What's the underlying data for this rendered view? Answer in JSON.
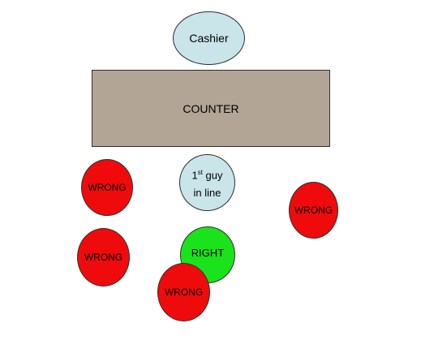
{
  "colors": {
    "cashier_fill": "#c9e5ea",
    "counter_fill": "#b3a596",
    "first_guy_fill": "#c9e5ea",
    "right_fill": "#1be31b",
    "wrong_fill": "#ef0b0b",
    "outline": "#2e2e2e"
  },
  "diagram": {
    "cashier": {
      "label": "Cashier"
    },
    "counter": {
      "label": "COUNTER"
    },
    "first_in_line": {
      "ordinal": "1",
      "ordinal_suffix": "st",
      "line1_rest": " guy",
      "line2": "in line"
    },
    "right_spot": {
      "label": "RIGHT"
    },
    "wrong_spots": [
      {
        "label": "WRONG"
      },
      {
        "label": "WRONG"
      },
      {
        "label": "WRONG"
      },
      {
        "label": "WRONG"
      }
    ]
  }
}
